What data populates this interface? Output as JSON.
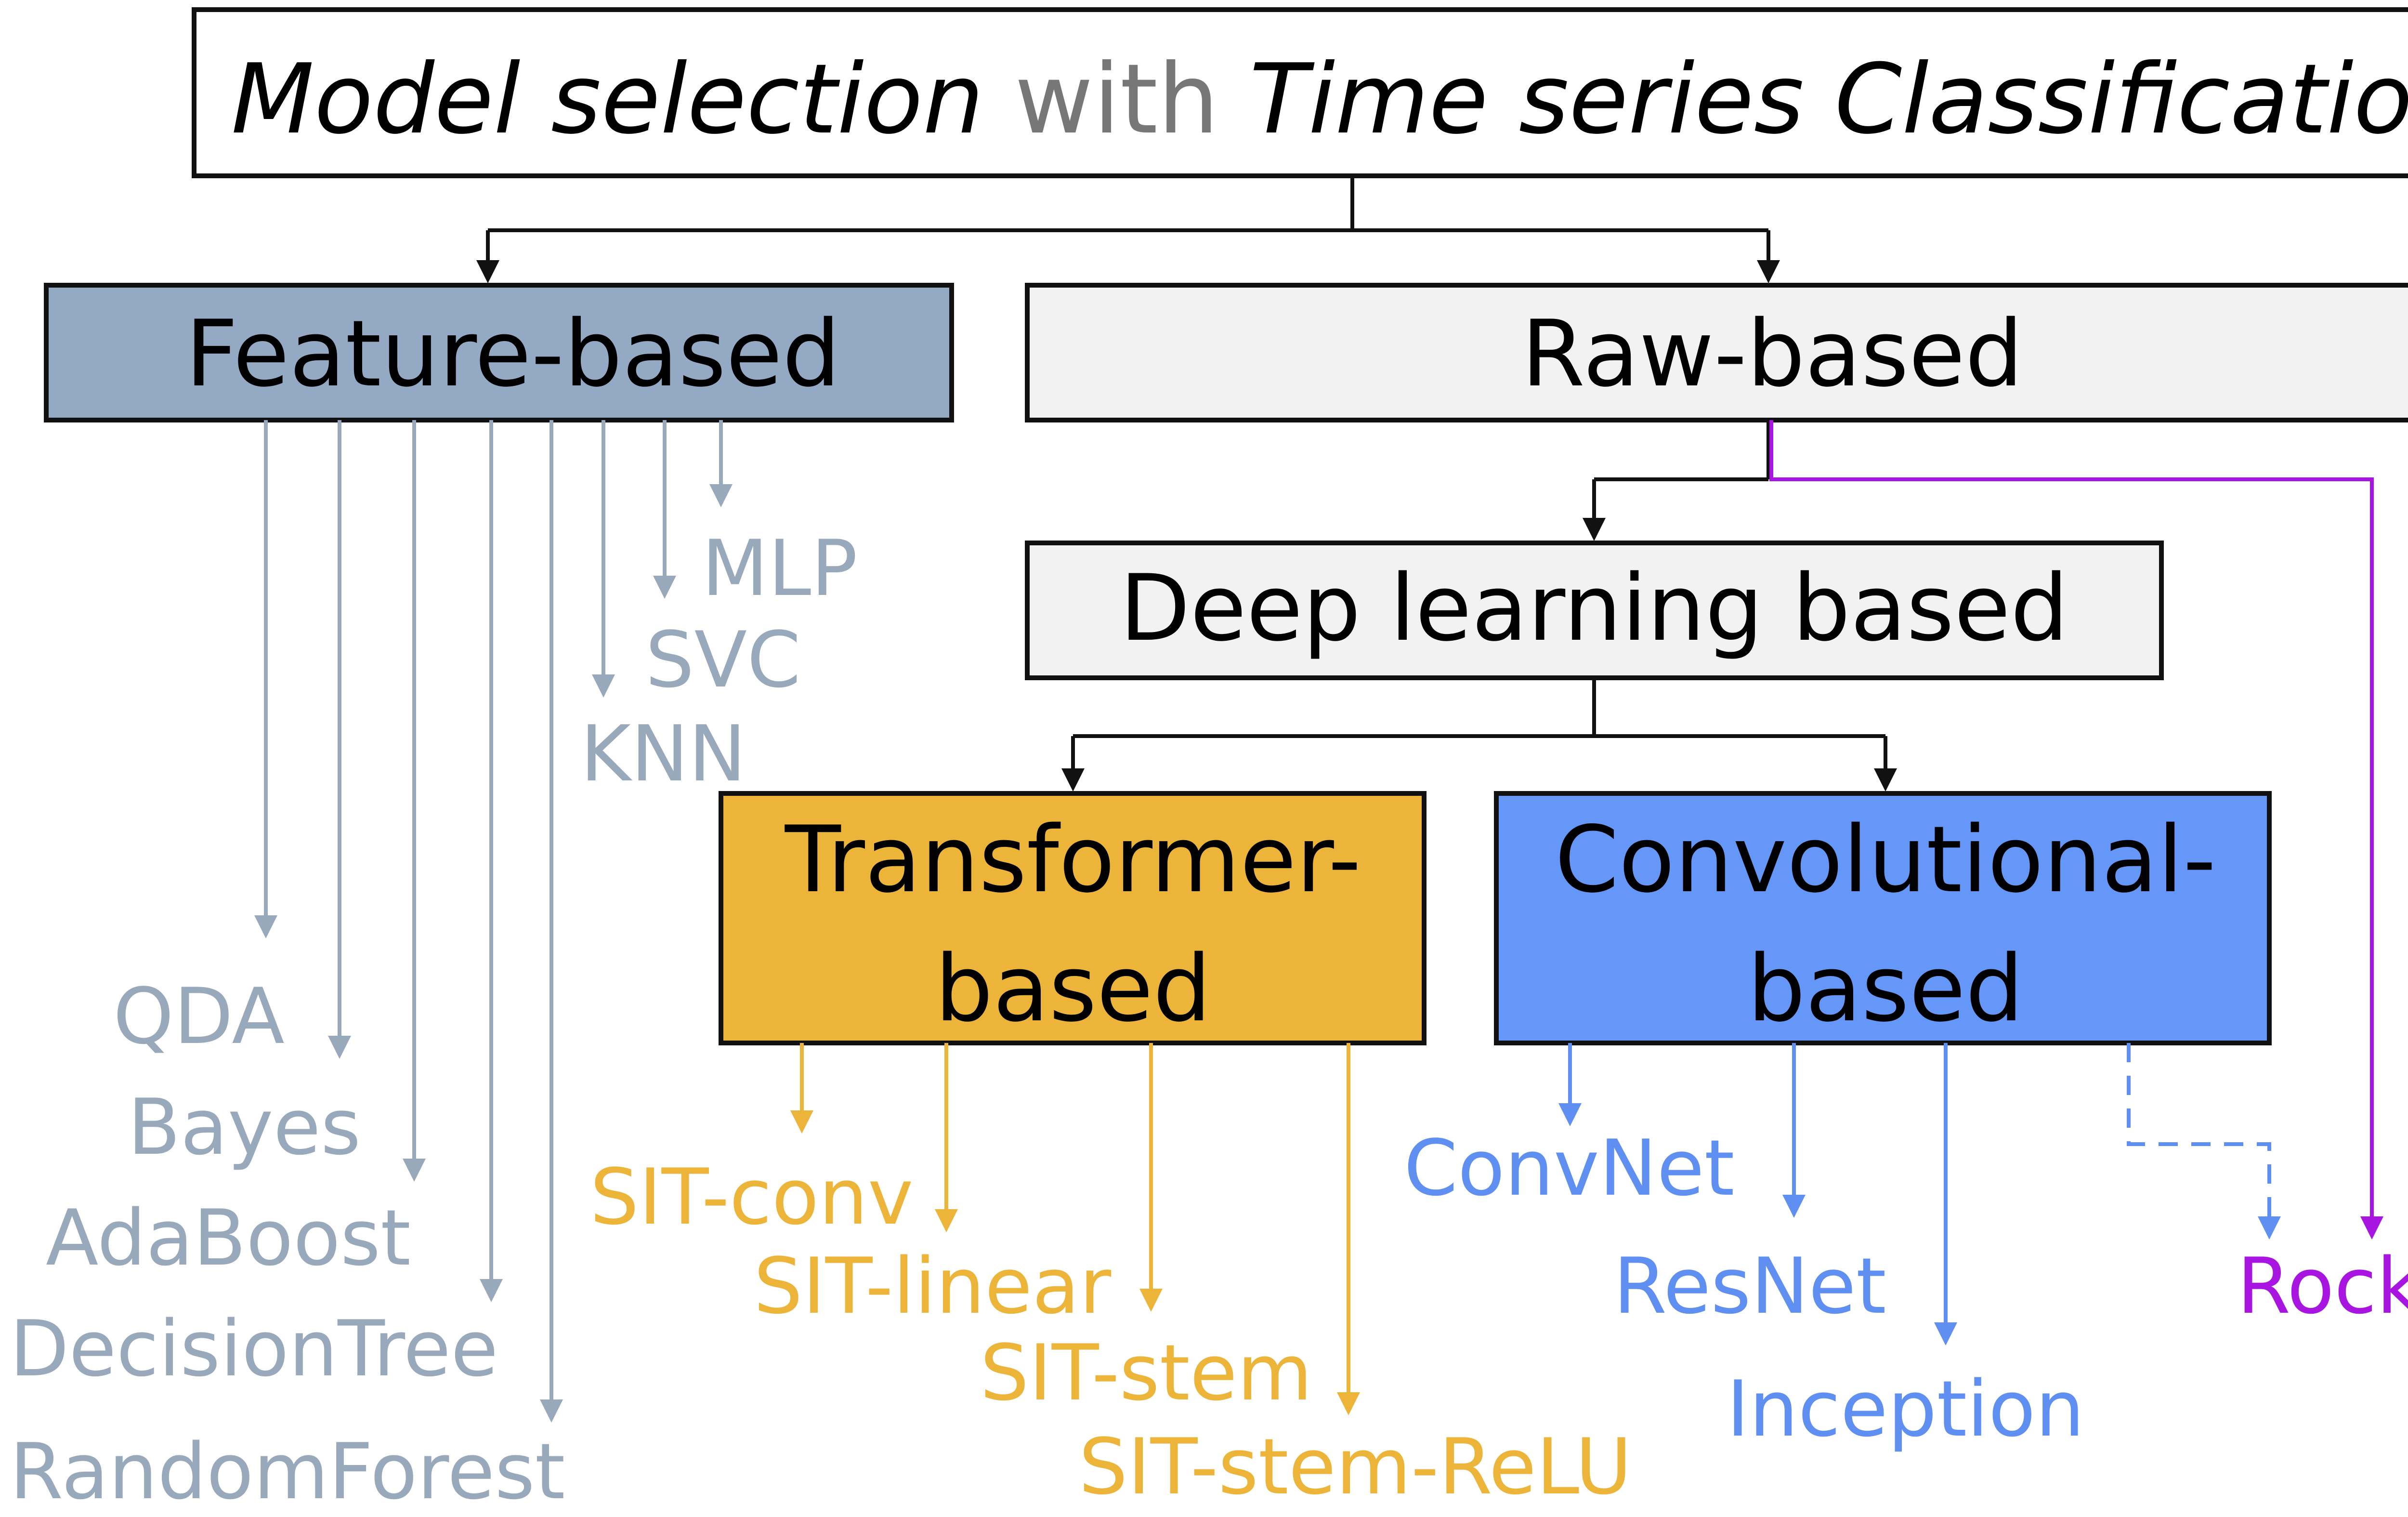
{
  "title": {
    "part1": "Model selection",
    "part2": "with",
    "part3": "Time series Classification"
  },
  "nodes": {
    "feature_based": "Feature-based",
    "raw_based": "Raw-based",
    "deep_learning_based": "Deep learning based",
    "transformer_based": [
      "Transformer-",
      "based"
    ],
    "convolutional_based": [
      "Convolutional-",
      "based"
    ]
  },
  "feature_models": [
    "MLP",
    "SVC",
    "KNN",
    "QDA",
    "Bayes",
    "AdaBoost",
    "DecisionTree",
    "RandomForest"
  ],
  "transformer_models": [
    "SIT-conv",
    "SIT-linear",
    "SIT-stem",
    "SIT-stem-ReLU"
  ],
  "convolutional_models": [
    "ConvNet",
    "ResNet",
    "Inception"
  ],
  "rocket_label": "Rocket",
  "colors": {
    "feature_box": "#94a9c3",
    "feature_text": "#99a9bc",
    "raw_box": "#f2f2f2",
    "transformer_box": "#ecb53a",
    "transformer_text": "#ecb53a",
    "conv_box": "#6497f8",
    "conv_text": "#5f8ff0",
    "rocket": "#a915e0",
    "title_gray": "#777777"
  }
}
